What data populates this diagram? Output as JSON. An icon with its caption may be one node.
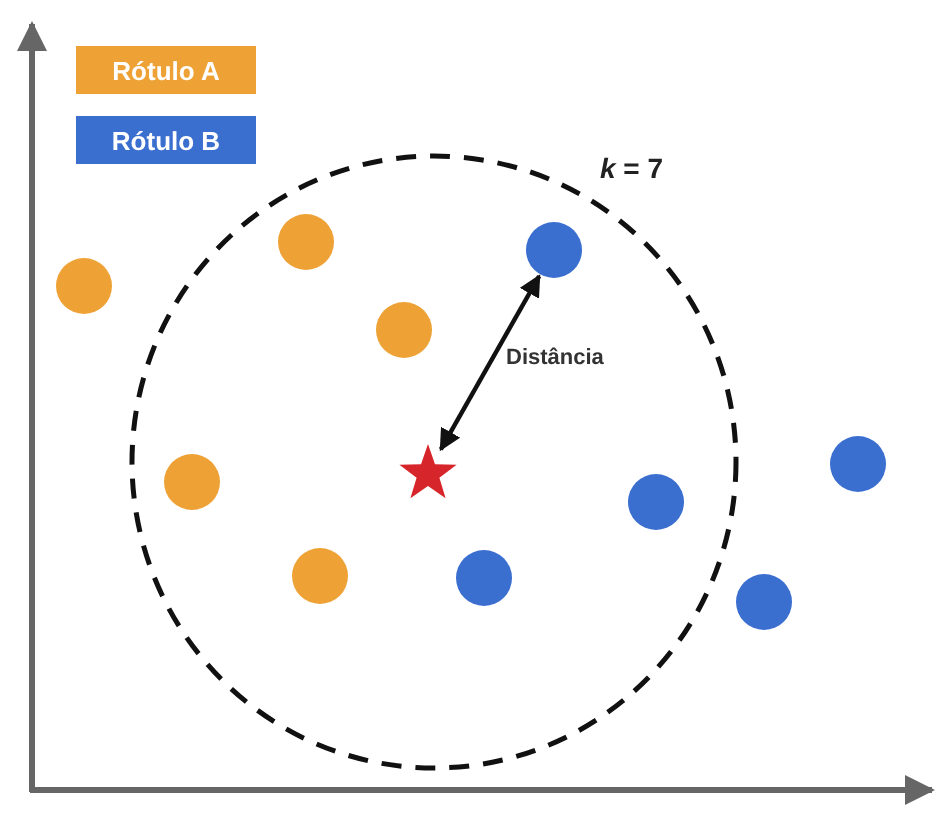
{
  "diagram": {
    "nodes": [
      {
        "text": [],
        "shape": "star"
      },
      {
        "text": [],
        "shape": "circle"
      }
    ],
    "edges": [
      {
        "from": 0,
        "to": 1,
        "arrow": "both",
        "label": "Distância"
      }
    ],
    "labels": [
      "*k* = 7"
    ],
    "legend": [
      {
        "text": "Rótulo A",
        "color": "#eea236"
      },
      {
        "text": "Rótulo B",
        "color": "#3a6fd0"
      }
    ]
  }
}
